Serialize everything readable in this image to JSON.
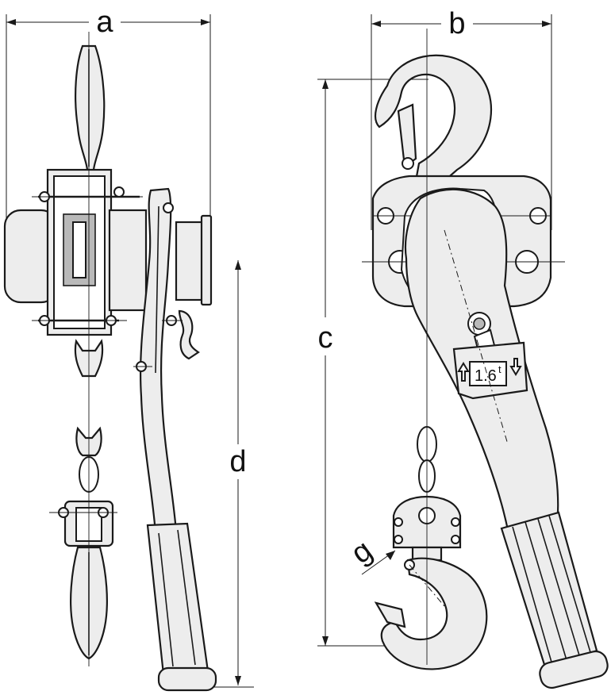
{
  "dimensions": {
    "a": "a",
    "b": "b",
    "c": "c",
    "d": "d",
    "g": "g"
  },
  "capacity_plate": {
    "text": "1.6",
    "unit": "t"
  }
}
